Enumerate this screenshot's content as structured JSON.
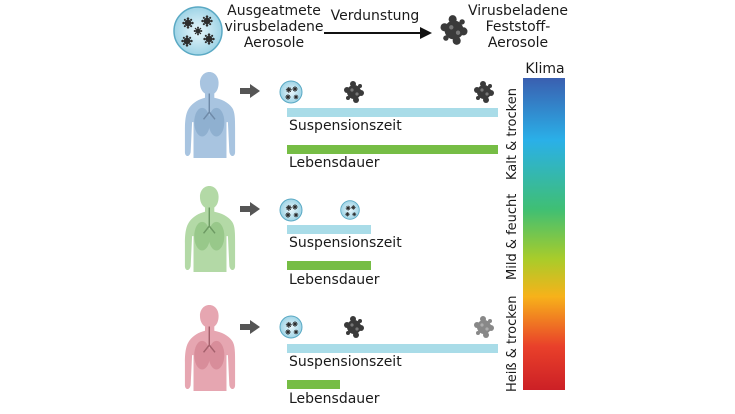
{
  "header": {
    "exhaled_label": "Ausgeatmete virusbeladene Aerosole",
    "exhaled_lines": [
      "Ausgeatmete",
      "virusbeladene",
      "Aerosole"
    ],
    "process_label": "Verdunstung",
    "solid_lines": [
      "Virusbeladene",
      "Feststoff-",
      "Aerosole"
    ]
  },
  "climate_scale": {
    "title": "Klima",
    "zones": [
      "Kalt & trocken",
      "Mild & feucht",
      "Heiß & trocken"
    ],
    "colors": [
      "#3a5fb0",
      "#2ab0e8",
      "#3fbf74",
      "#a9cc2a",
      "#f7b21a",
      "#e9402a",
      "#cc2026"
    ]
  },
  "rows": [
    {
      "suspension_label": "Suspensionszeit",
      "lifetime_label": "Lebensdauer",
      "suspension_time": 1.0,
      "lifetime": 1.0,
      "body_color": "#a8c4e0"
    },
    {
      "suspension_label": "Suspensionszeit",
      "lifetime_label": "Lebensdauer",
      "suspension_time": 0.4,
      "lifetime": 0.4,
      "body_color": "#b3d9a6"
    },
    {
      "suspension_label": "Suspensionszeit",
      "lifetime_label": "Lebensdauer",
      "suspension_time": 1.0,
      "lifetime": 0.25,
      "body_color": "#e6a6b1"
    }
  ]
}
